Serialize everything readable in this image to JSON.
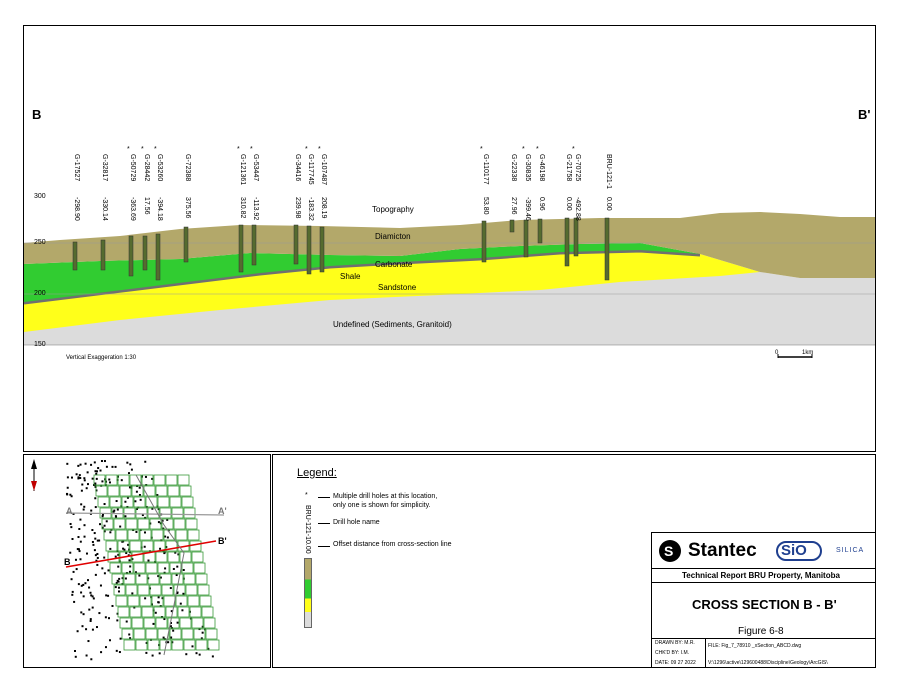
{
  "section": {
    "left_label": "B",
    "right_label": "B'",
    "elevation_ticks": [
      "300",
      "250",
      "200",
      "150"
    ],
    "vertical_exaggeration": "Vertical Exaggeration 1:30",
    "scale_start": "0",
    "scale_end": "1km",
    "layers": {
      "topography": "Topography",
      "diamicton": "Diamicton",
      "carbonate": "Carbonate",
      "shale": "Shale",
      "sandstone": "Sandstone",
      "undefined": "Undefined (Sediments, Granitoid)"
    },
    "colors": {
      "diamicton": "#b3a86a",
      "carbonate": "#31cc31",
      "shale": "#707070",
      "sandstone": "#ffff1a",
      "undefined": "#dcdcdc"
    },
    "holes": [
      {
        "name": "G-17527",
        "offset": "-298.90",
        "star": ""
      },
      {
        "name": "G-32817",
        "offset": "-330.14",
        "star": ""
      },
      {
        "name": "G-50729",
        "offset": "-363.69",
        "star": "*"
      },
      {
        "name": "G-28442",
        "offset": "17.56",
        "star": "*"
      },
      {
        "name": "G-53260",
        "offset": "-394.18",
        "star": "*"
      },
      {
        "name": "G-72388",
        "offset": "375.56",
        "star": ""
      },
      {
        "name": "G-121361",
        "offset": "310.82",
        "star": "*"
      },
      {
        "name": "G-53447",
        "offset": "-113.92",
        "star": "*"
      },
      {
        "name": "G-34416",
        "offset": "239.98",
        "star": ""
      },
      {
        "name": "G-117745",
        "offset": "-183.32",
        "star": "*"
      },
      {
        "name": "G-107487",
        "offset": "208.19",
        "star": "*"
      },
      {
        "name": "G-110177",
        "offset": "53.80",
        "star": "*"
      },
      {
        "name": "G-22338",
        "offset": "27.96",
        "star": ""
      },
      {
        "name": "G-30835",
        "offset": "-399.46",
        "star": "*"
      },
      {
        "name": "G-46198",
        "offset": "0.96",
        "star": "*"
      },
      {
        "name": "G-21758",
        "offset": "0.00",
        "star": ""
      },
      {
        "name": "G-70725",
        "offset": "-492.88",
        "star": "*"
      },
      {
        "name": "BRU-121-1",
        "offset": "0.00",
        "star": ""
      }
    ]
  },
  "map": {
    "a_label": "A",
    "a_prime_label": "A'",
    "b_label": "B",
    "b_prime_label": "B'"
  },
  "legend": {
    "title": "Legend:",
    "star_symbol": "*",
    "multiple_holes": "Multiple drill holes at this location,",
    "multiple_holes_2": "only one is shown for simplicity.",
    "hole_name": "Drill hole name",
    "offset": "Offset distance from cross-section line",
    "sample_name": "BRU-121-1",
    "sample_offset": "0.00"
  },
  "title_block": {
    "company": "Stantec",
    "partner": "SiO",
    "partner_sub": "SILICA",
    "report": "Technical Report  BRU Property, Manitoba",
    "title": "CROSS SECTION B - B'",
    "figure": "Figure 6-8",
    "drawn_by": "DRAWN BY:  M.R.",
    "checked_by": "CHK'D BY:  I.M.",
    "date": "DATE: 09 27 2022",
    "file": "FILE: Fig_7_78910 _xSection_ABCD.dwg",
    "path": "V:\\1296\\active\\129600488\\Discipline\\Geology\\ArcGIS\\"
  }
}
